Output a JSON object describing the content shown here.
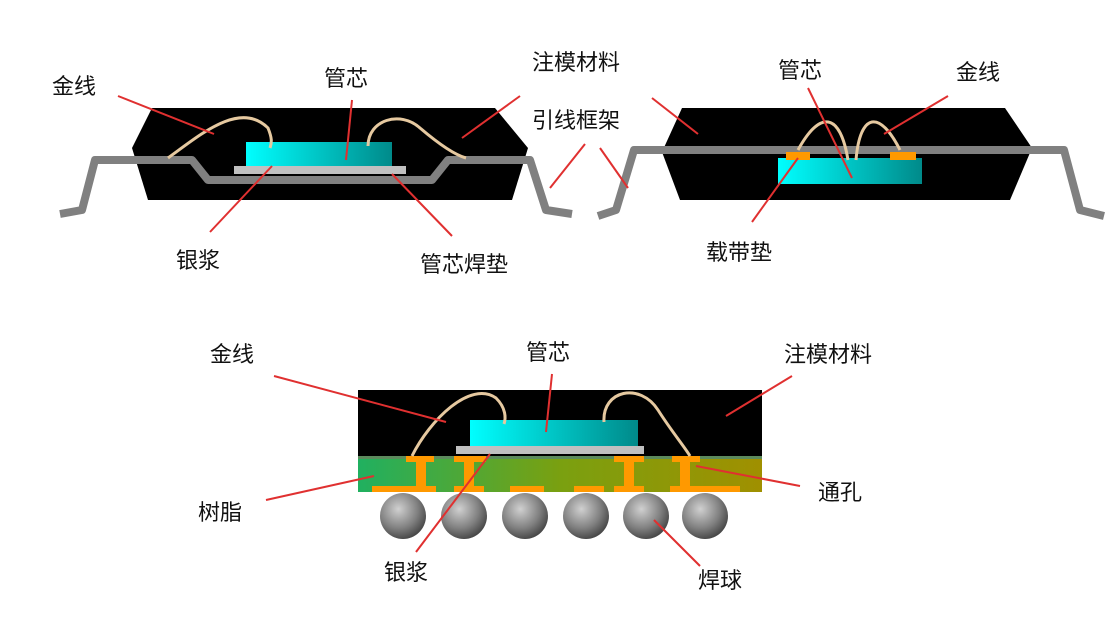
{
  "labels": {
    "gold_wire": "金线",
    "die": "管芯",
    "mold_compound": "注模材料",
    "lead_frame": "引线框架",
    "silver_paste": "银浆",
    "die_pad": "管芯焊垫",
    "tape_pad": "载带垫",
    "resin": "树脂",
    "via": "通孔",
    "solder_ball": "焊球"
  },
  "colors": {
    "mold": "#000000",
    "lead": "#808080",
    "die": "#00e0e0",
    "die_pad": "#c0c0c0",
    "wire": "#e6c9a0",
    "leader": "#e03030",
    "resin": "#7a9a10",
    "copper": "#ff9900",
    "ball": "#808080"
  }
}
